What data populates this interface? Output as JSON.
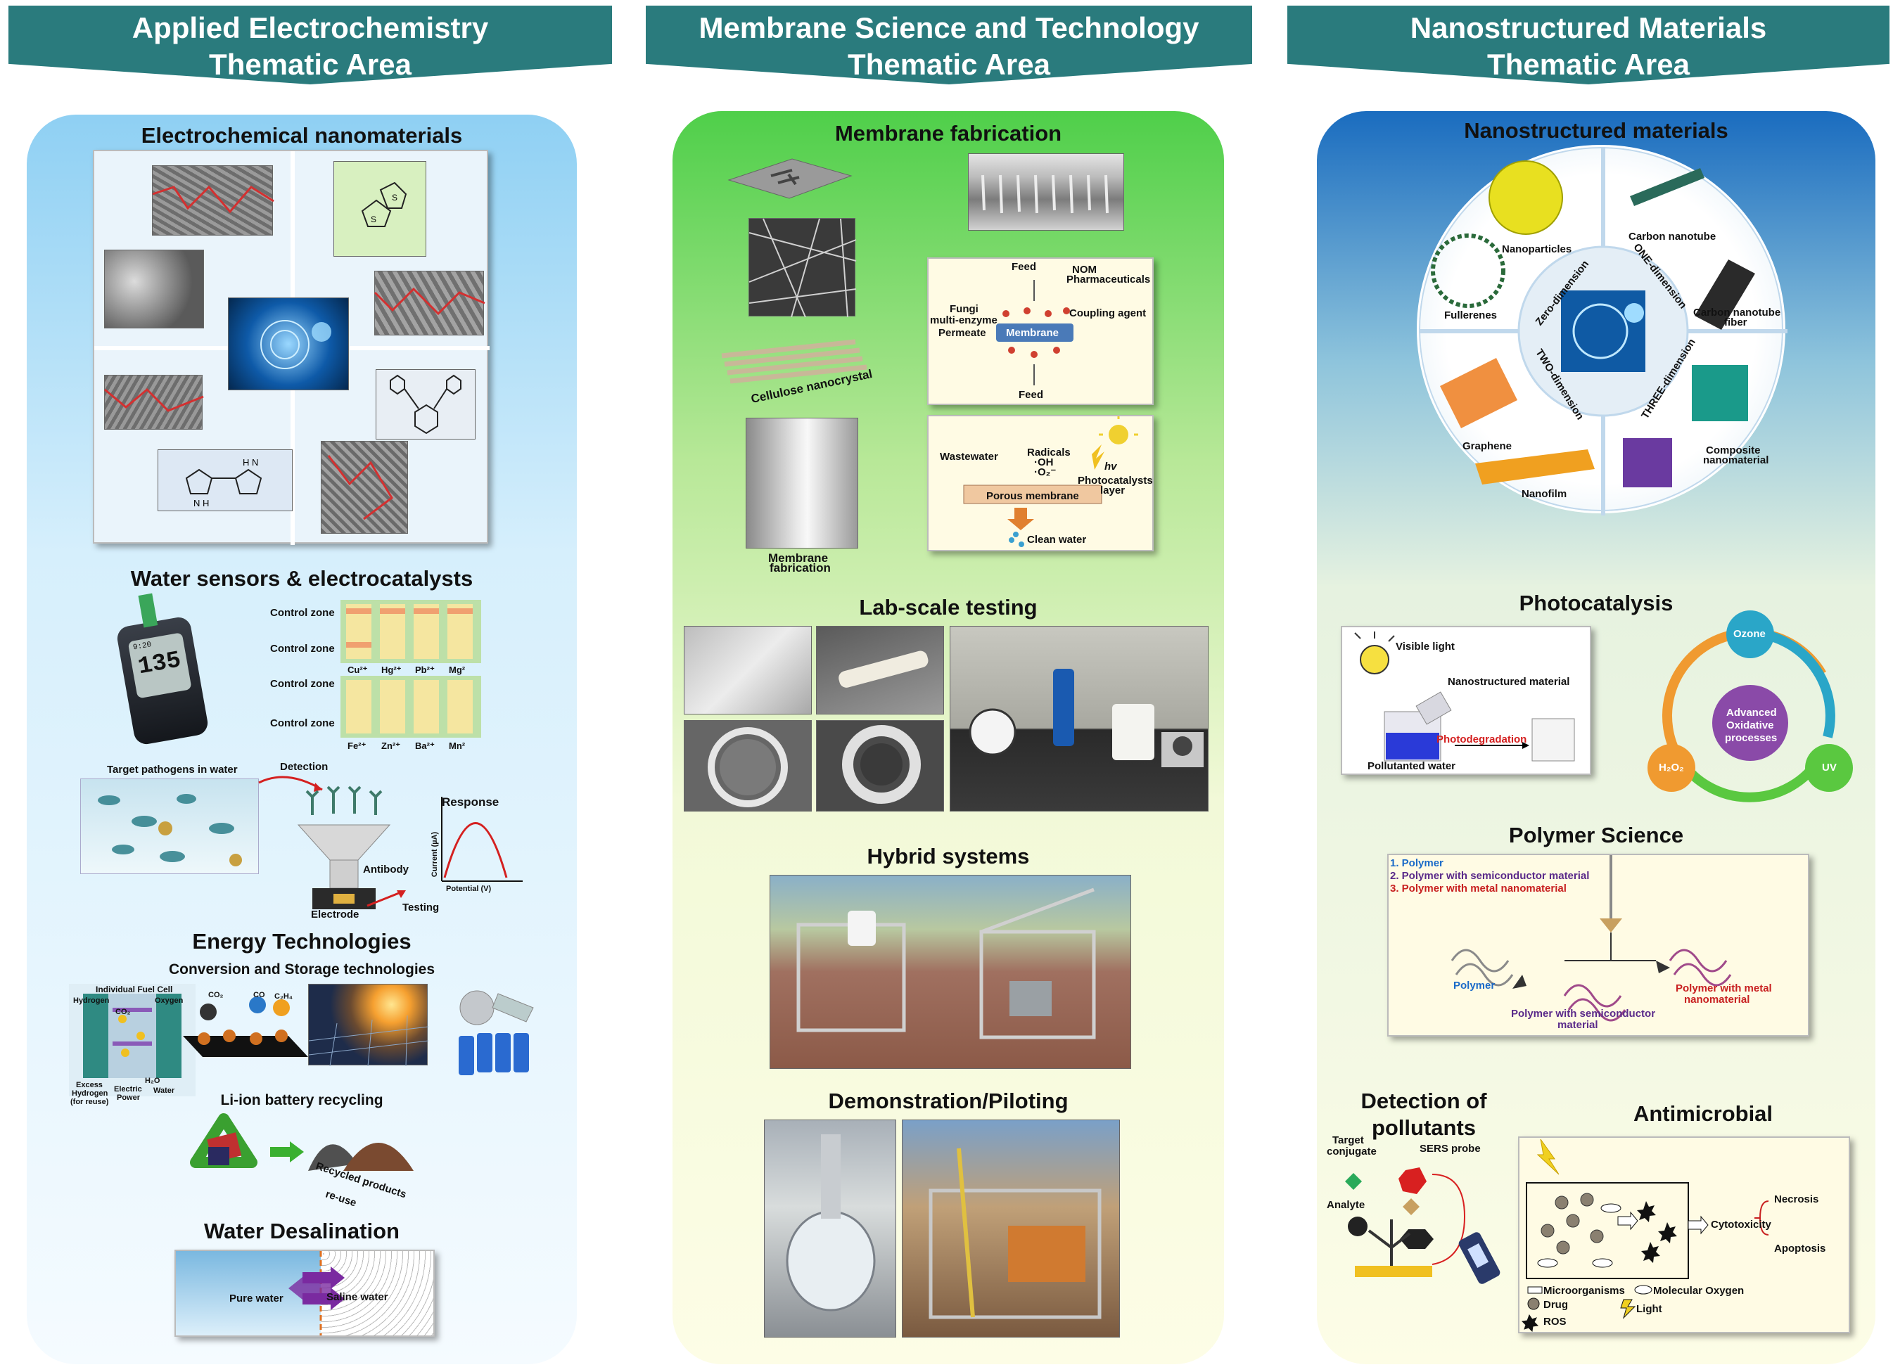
{
  "headers": {
    "electrochem": [
      "Applied Electrochemistry",
      "Thematic Area"
    ],
    "membrane": [
      "Membrane Science and Technology",
      "Thematic Area"
    ],
    "nano": [
      "Nanostructured Materials",
      "Thematic Area"
    ]
  },
  "colors": {
    "header": "#2a7b7d",
    "panel_blue": "#8fd0f3",
    "panel_green": "#4fcf4a",
    "panel_navy": "#1a6cbf",
    "cream": "#fffbe4"
  },
  "electrochem": {
    "s1": {
      "title": "Electrochemical nanomaterials"
    },
    "s2": {
      "title": "Water sensors & electrocatalysts",
      "zones": [
        "Control zone",
        "Control zone",
        "Control zone",
        "Control zone"
      ],
      "ions_top": [
        "Cu²⁺",
        "Hg²⁺",
        "Pb²⁺",
        "Mg²"
      ],
      "ions_bottom": [
        "Fe²⁺",
        "Zn²⁺",
        "Ba²⁺",
        "Mn²"
      ],
      "meter_value": "135",
      "meter_time": "9:20",
      "target_pathogens": "Target pathogens in water",
      "detection": "Detection",
      "antibody": "Antibody",
      "electrode": "Electrode",
      "testing": "Testing",
      "response": "Response",
      "current_axis": "Current (µA)",
      "potential_axis": "Potential (V)"
    },
    "s3": {
      "title": "Energy Technologies",
      "subtitle": "Conversion and Storage technologies",
      "fuel_cell": "Individual Fuel Cell",
      "hydrogen": "Hydrogen",
      "oxygen": "Oxygen",
      "excess": "Excess",
      "hydrogen2": "Hydrogen",
      "for_reuse": "(for reuse)",
      "electric": "Electric",
      "power": "Power",
      "water": "Water",
      "h2o": "H₂O",
      "co2": "CO₂",
      "co": "CO",
      "c2h4": "C₂H₄",
      "recycle_title": "Li-ion battery recycling",
      "recycled1": "Recycled products",
      "recycled2": "re-use"
    },
    "s4": {
      "title": "Water Desalination",
      "pure": "Pure water",
      "saline": "Saline water"
    }
  },
  "membrane": {
    "s1": {
      "title": "Membrane fabrication",
      "cellulose": "Cellulose nanocrystal",
      "fab1": "Membrane",
      "fab2": "fabrication",
      "feed": "Feed",
      "nom": "NOM",
      "pharma": "Pharmaceuticals",
      "fungi": "Fungi",
      "multienzyme": "multi-enzyme",
      "coupling": "Coupling agent",
      "permeate": "Permeate",
      "membrane_lbl": "Membrane",
      "feed2": "Feed",
      "wastewater": "Wastewater",
      "radicals": "Radicals",
      "oh": "·OH",
      "o2": "·O₂⁻",
      "hv": "hv",
      "photocat1": "Photocatalysts",
      "photocat2": "layer",
      "porous": "Porous membrane",
      "clean": "Clean water"
    },
    "s2": {
      "title": "Lab-scale testing"
    },
    "s3": {
      "title": "Hybrid systems"
    },
    "s4": {
      "title": "Demonstration/Piloting"
    }
  },
  "nano": {
    "s1": {
      "title": "Nanostructured materials",
      "nanoparticles": "Nanoparticles",
      "carbon_nanotube": "Carbon nanotube",
      "fullerenes": "Fullerenes",
      "cnt_fiber1": "Carbon nanotube",
      "cnt_fiber2": "fiber",
      "graphene": "Graphene",
      "composite1": "Composite",
      "composite2": "nanomaterial",
      "nanofilm": "Nanofilm",
      "zero": "Zero-dimension",
      "one": "ONE-dimension",
      "two": "TWO-dimension",
      "three": "THREE-dimension"
    },
    "s2": {
      "title": "Photocatalysis",
      "visible": "Visible light",
      "nanomat": "Nanostructured material",
      "photodeg": "Photodegradation",
      "polluted": "Pollutanted water",
      "ozone": "Ozone",
      "uv": "UV",
      "h2o2": "H₂O₂",
      "aop1": "Advanced",
      "aop2": "Oxidative",
      "aop3": "processes"
    },
    "s3": {
      "title": "Polymer Science",
      "item1": "1. Polymer",
      "item2": "2. Polymer with semiconductor material",
      "item3": "3. Polymer with metal nanomaterial",
      "polymer": "Polymer",
      "semi1": "Polymer with semiconductor",
      "semi2": "material",
      "metal1": "Polymer with metal",
      "metal2": "nanomaterial"
    },
    "s4": {
      "title1": "Detection of",
      "title2": "pollutants",
      "target1": "Target",
      "target2": "conjugate",
      "sers": "SERS probe",
      "analyte": "Analyte"
    },
    "s5": {
      "title": "Antimicrobial",
      "cytotoxicity": "Cytotoxicity",
      "necrosis": "Necrosis",
      "apoptosis": "Apoptosis",
      "microorganisms": "Microorganisms",
      "oxygen": "Molecular Oxygen",
      "drug": "Drug",
      "light": "Light",
      "ros": "ROS"
    }
  }
}
